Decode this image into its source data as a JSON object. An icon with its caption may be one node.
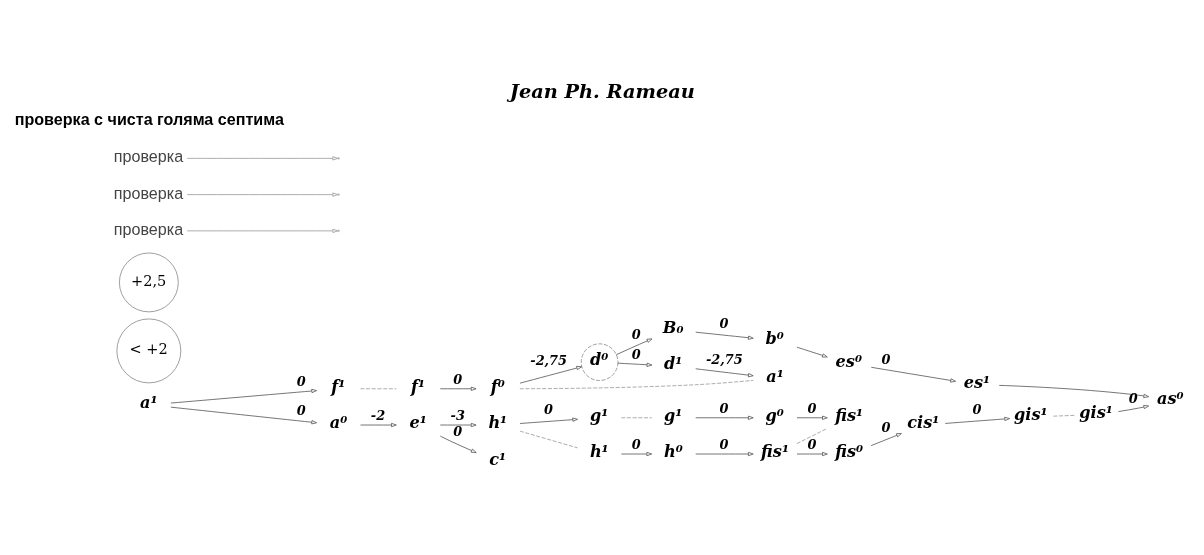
{
  "diagram": {
    "title": "Jean Ph. Rameau",
    "nodes": [
      {
        "text": [
          "a¹"
        ]
      },
      {
        "text": [
          "f¹"
        ]
      },
      {
        "text": [
          "e¹"
        ]
      },
      {
        "text": [
          "h¹"
        ]
      },
      {
        "text": [
          "g¹"
        ]
      },
      {
        "text": [
          "h¹"
        ]
      },
      {
        "text": [
          "c¹"
        ]
      },
      {
        "text": [
          "a⁰"
        ]
      },
      {
        "text": [
          "h⁰"
        ]
      },
      {
        "text": [
          "fis¹"
        ]
      },
      {
        "text": [
          "g¹"
        ]
      },
      {
        "text": [
          "fis¹"
        ]
      },
      {
        "text": [
          "g⁰"
        ]
      },
      {
        "text": [
          "fis⁰"
        ]
      },
      {
        "text": [
          "cis¹"
        ]
      },
      {
        "text": [
          "gis¹"
        ]
      },
      {
        "text": [
          "f¹"
        ]
      },
      {
        "text": [
          "f⁰"
        ]
      },
      {
        "text": [
          "d⁰"
        ]
      },
      {
        "text": [
          "B₀"
        ]
      },
      {
        "text": [
          "a¹"
        ]
      },
      {
        "text": [
          "d¹"
        ]
      },
      {
        "text": [
          "b⁰"
        ]
      },
      {
        "text": [
          "es⁰"
        ]
      },
      {
        "text": [
          "es¹"
        ]
      },
      {
        "text": [
          "gis¹"
        ]
      },
      {
        "text": [
          "as⁰"
        ]
      },
      {
        "text": [
          "< +2"
        ]
      },
      {
        "text": [
          "+2,5"
        ]
      },
      {
        "text": [
          "проверка"
        ]
      },
      {
        "text": [
          "проверка"
        ]
      },
      {
        "text": [
          "проверка"
        ]
      }
    ],
    "edges": [
      {
        "from": 0,
        "to": 1,
        "arrow": "to",
        "label": "0"
      },
      {
        "from": 0,
        "to": 7,
        "arrow": "to",
        "label": "0"
      },
      {
        "from": 7,
        "to": 2,
        "arrow": "to",
        "label": "-2"
      },
      {
        "from": 2,
        "to": 3,
        "arrow": "to",
        "label": "-3"
      },
      {
        "from": 2,
        "to": 6,
        "arrow": "to",
        "label": "0"
      },
      {
        "from": 3,
        "to": 4,
        "arrow": "to",
        "label": "0"
      },
      {
        "from": 3,
        "to": 5,
        "arrow": "none",
        "style": "dashed",
        "color": "#999999"
      },
      {
        "from": 1,
        "to": 16,
        "arrow": "none",
        "style": "dashed",
        "color": "#999999"
      },
      {
        "from": 5,
        "to": 8,
        "arrow": "to",
        "label": "0"
      },
      {
        "from": 8,
        "to": 9,
        "arrow": "to",
        "label": "0"
      },
      {
        "from": 4,
        "to": 10,
        "arrow": "none",
        "style": "dashed",
        "color": "#999999"
      },
      {
        "from": 9,
        "to": 11,
        "arrow": "none",
        "style": "dashed",
        "color": "#999999"
      },
      {
        "from": 9,
        "to": 13,
        "arrow": "to",
        "label": "0"
      },
      {
        "from": 13,
        "to": 14,
        "arrow": "to",
        "label": "0"
      },
      {
        "from": 14,
        "to": 15,
        "arrow": "to",
        "label": "0"
      },
      {
        "from": 10,
        "to": 12,
        "arrow": "to",
        "label": "0"
      },
      {
        "from": 12,
        "to": 11,
        "arrow": "to",
        "label": "0"
      },
      {
        "from": 15,
        "to": 25,
        "arrow": "none",
        "style": "dashed",
        "color": "#999999"
      },
      {
        "from": 16,
        "to": 17,
        "arrow": "to",
        "label": "0"
      },
      {
        "from": 17,
        "to": 18,
        "arrow": "to",
        "label": "-2,75"
      },
      {
        "from": 18,
        "to": 19,
        "arrow": "to",
        "label": "0"
      },
      {
        "from": 18,
        "to": 21,
        "arrow": "to",
        "label": "0"
      },
      {
        "from": 21,
        "to": 20,
        "arrow": "to",
        "label": "-2,75"
      },
      {
        "from": 17,
        "to": 20,
        "arrow": "none",
        "style": "dashed",
        "color": "#999999"
      },
      {
        "from": 19,
        "to": 22,
        "arrow": "to",
        "label": "0"
      },
      {
        "from": 22,
        "to": 23,
        "arrow": "to"
      },
      {
        "from": 23,
        "to": 24,
        "arrow": "to",
        "label": "0"
      },
      {
        "from": 24,
        "to": 26,
        "arrow": "to"
      },
      {
        "from": 25,
        "to": 26,
        "arrow": "to",
        "label": "0"
      },
      {
        "from": 29,
        "to": null,
        "arrow": "to",
        "color": "#999999"
      },
      {
        "from": 30,
        "to": null,
        "arrow": "to",
        "color": "#999999"
      },
      {
        "from": 31,
        "to": null,
        "arrow": "to",
        "color": "#999999"
      }
    ],
    "labels": [
      "проверка с чиста голяма септима"
    ]
  }
}
